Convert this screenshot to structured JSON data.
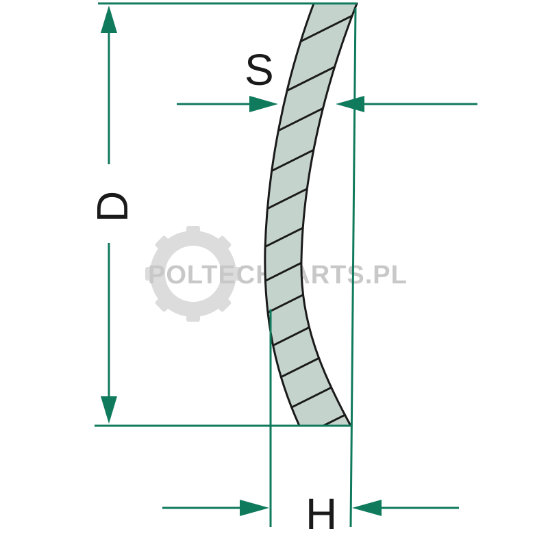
{
  "labels": {
    "diameter": "D",
    "thickness": "S",
    "height": "H"
  },
  "watermark": {
    "text": "POLTECHPARTS.PL",
    "icon": "gear-icon"
  },
  "colors": {
    "dimension_lines": "#0f7a5c",
    "part_fill": "#c5d3cd",
    "part_outline": "#1a1a1a",
    "label_text": "#1a1a1a",
    "watermark": "#c8c8c8"
  }
}
